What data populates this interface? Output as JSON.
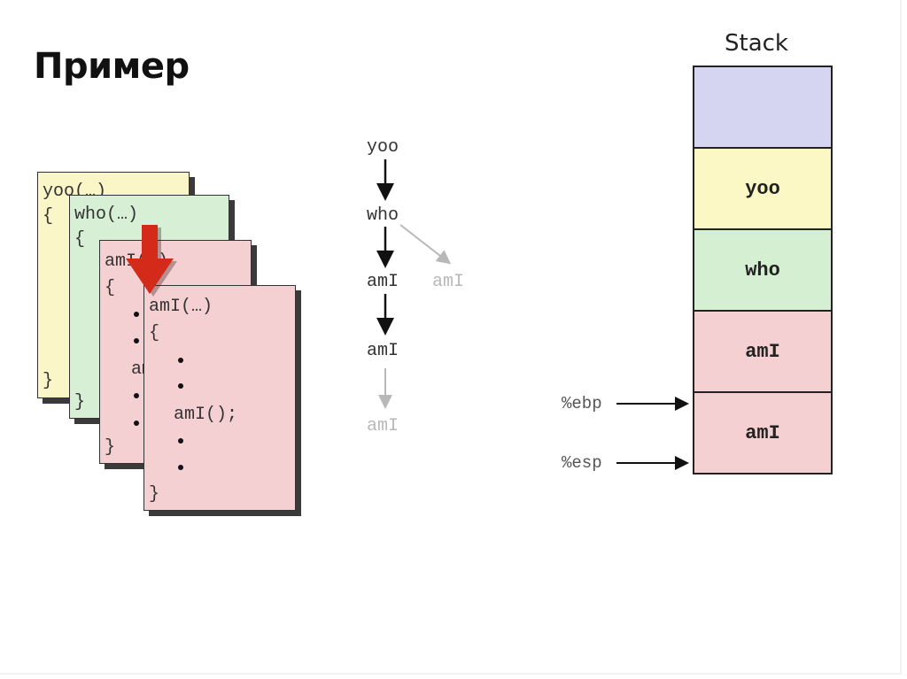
{
  "title": "Пример",
  "code_cards": [
    {
      "id": "yoo",
      "color": "#fbf6c8",
      "lines": [
        "yoo(…)",
        "{",
        "}"
      ]
    },
    {
      "id": "who",
      "color": "#d7f0d5",
      "lines": [
        "who(…)",
        "{",
        "}"
      ]
    },
    {
      "id": "ami1",
      "color": "#f5d0d2",
      "lines": [
        "amI(…)",
        "{",
        "amI();",
        "}"
      ]
    },
    {
      "id": "ami2",
      "color": "#f5d0d2",
      "lines": [
        "amI(…)",
        "{",
        "amI();",
        "}"
      ]
    }
  ],
  "call_tree": {
    "nodes": [
      {
        "label": "yoo",
        "active": true
      },
      {
        "label": "who",
        "active": true
      },
      {
        "label": "amI",
        "active": true
      },
      {
        "label": "amI",
        "active": false
      },
      {
        "label": "amI",
        "active": true
      },
      {
        "label": "amI",
        "active": false
      }
    ],
    "edges": [
      {
        "from": 0,
        "to": 1,
        "active": true
      },
      {
        "from": 1,
        "to": 2,
        "active": true
      },
      {
        "from": 1,
        "to": 3,
        "active": false
      },
      {
        "from": 2,
        "to": 4,
        "active": true
      },
      {
        "from": 4,
        "to": 5,
        "active": false
      }
    ]
  },
  "stack": {
    "title": "Stack",
    "frames": [
      {
        "label": "",
        "color": "#d5d5f2"
      },
      {
        "label": "yoo",
        "color": "#fbf8c5"
      },
      {
        "label": "who",
        "color": "#d5efd3"
      },
      {
        "label": "amI",
        "color": "#f5d0d2"
      },
      {
        "label": "amI",
        "color": "#f5d0d2"
      }
    ],
    "registers": [
      {
        "label": "%ebp",
        "points_to": "top of frame 5"
      },
      {
        "label": "%esp",
        "points_to": "bottom of frame 5"
      }
    ]
  },
  "colors": {
    "call_arrow": "#d42a1a",
    "faded": "#b8b8b8"
  }
}
